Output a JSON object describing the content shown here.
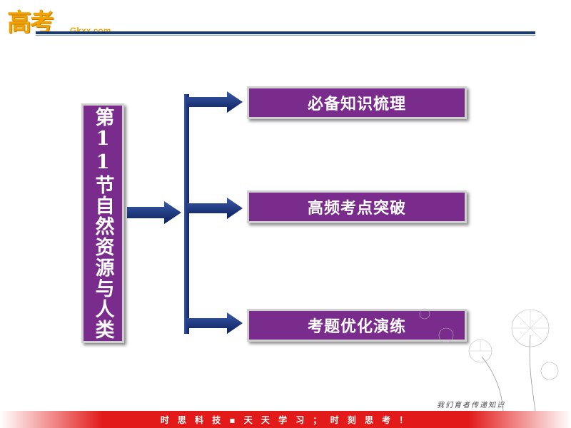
{
  "header": {
    "logo_cn": "高考",
    "logo_en": "Gkxx.com"
  },
  "title": "第11节自然资源与人类",
  "topics": [
    {
      "label": "必备知识梳理"
    },
    {
      "label": "高频考点突破"
    },
    {
      "label": "考题优化演练"
    }
  ],
  "footer": {
    "slogan": "时 思 科 技 ▪ 天 天 学 习 ； 时 刻 思 考 ！",
    "slogan_right": "我们育者传递知识"
  },
  "colors": {
    "box_purple": "#7a2c8c",
    "arrow_navy": "#1a2f70",
    "header_line": "#1a3a6a",
    "footer_red": "#e21a1a",
    "logo_orange": "#f2a300"
  }
}
